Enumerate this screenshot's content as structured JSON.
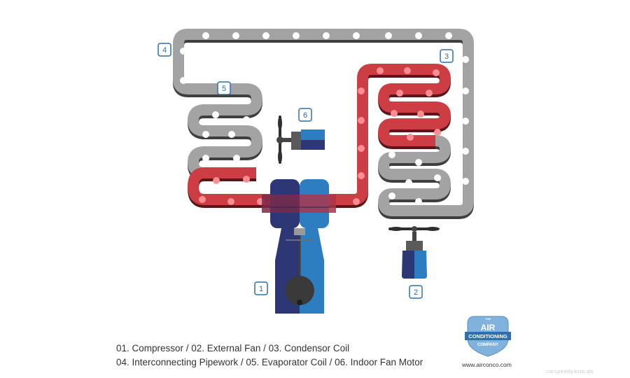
{
  "colors": {
    "pipe_gray": "#a3a3a3",
    "pipe_gray_shadow": "#3f3f3f",
    "pipe_red": "#cc3d44",
    "pipe_red_shadow": "#5a1719",
    "compressor_dark_blue": "#2d3775",
    "compressor_light_blue": "#2c7ec1",
    "badge_blue": "#2f6fb0"
  },
  "components": [
    {
      "number": "1",
      "name": "Compressor"
    },
    {
      "number": "2",
      "name": "External Fan"
    },
    {
      "number": "3",
      "name": "Condensor Coil"
    },
    {
      "number": "4",
      "name": "Interconnecting Pipework"
    },
    {
      "number": "5",
      "name": "Evaporator Coil"
    },
    {
      "number": "6",
      "name": "Indoor Fan Motor"
    }
  ],
  "legend": {
    "line1": "01. Compressor / 02. External Fan / 03. Condensor Coil",
    "line2": "04. Interconnecting Pipework / 05. Evaporator Coil  / 06. Indoor Fan Motor"
  },
  "logo": {
    "top": "THE",
    "line1": "AIR",
    "line2": "CONDITIONING",
    "line3": "COMPANY",
    "website": "www.airconco.com"
  },
  "watermark": "carspeedyauto.de"
}
